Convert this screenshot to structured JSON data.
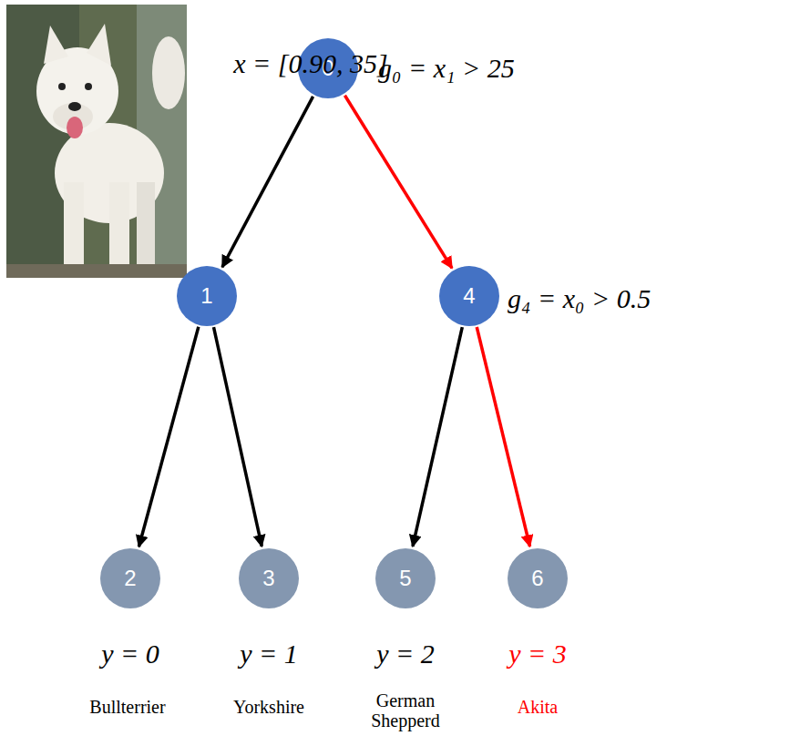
{
  "diagram": {
    "nodes": [
      {
        "text": [
          "0"
        ]
      },
      {
        "text": [
          "1"
        ]
      },
      {
        "text": [
          "2"
        ]
      },
      {
        "text": [
          "3"
        ]
      },
      {
        "text": [
          "4"
        ]
      },
      {
        "text": [
          "5"
        ]
      },
      {
        "text": [
          "6"
        ]
      }
    ],
    "edges": [
      {
        "from": 0,
        "to": 1,
        "arrow": "to"
      },
      {
        "from": 0,
        "to": 4,
        "arrow": "to"
      },
      {
        "from": 1,
        "to": 2,
        "arrow": "to"
      },
      {
        "from": 1,
        "to": 3,
        "arrow": "to"
      },
      {
        "from": 4,
        "to": 5,
        "arrow": "to"
      },
      {
        "from": 4,
        "to": 6,
        "arrow": "to"
      }
    ],
    "labels": [
      "x = [0.90, 35]",
      "g₀ = x₁ > 25",
      "g₄ = x₀ > 0.5",
      "y = 0",
      "Bullterrier",
      "y = 1",
      "Yorkshire",
      "y = 2",
      "German Shepperd",
      "y = 3",
      "Akita"
    ]
  }
}
